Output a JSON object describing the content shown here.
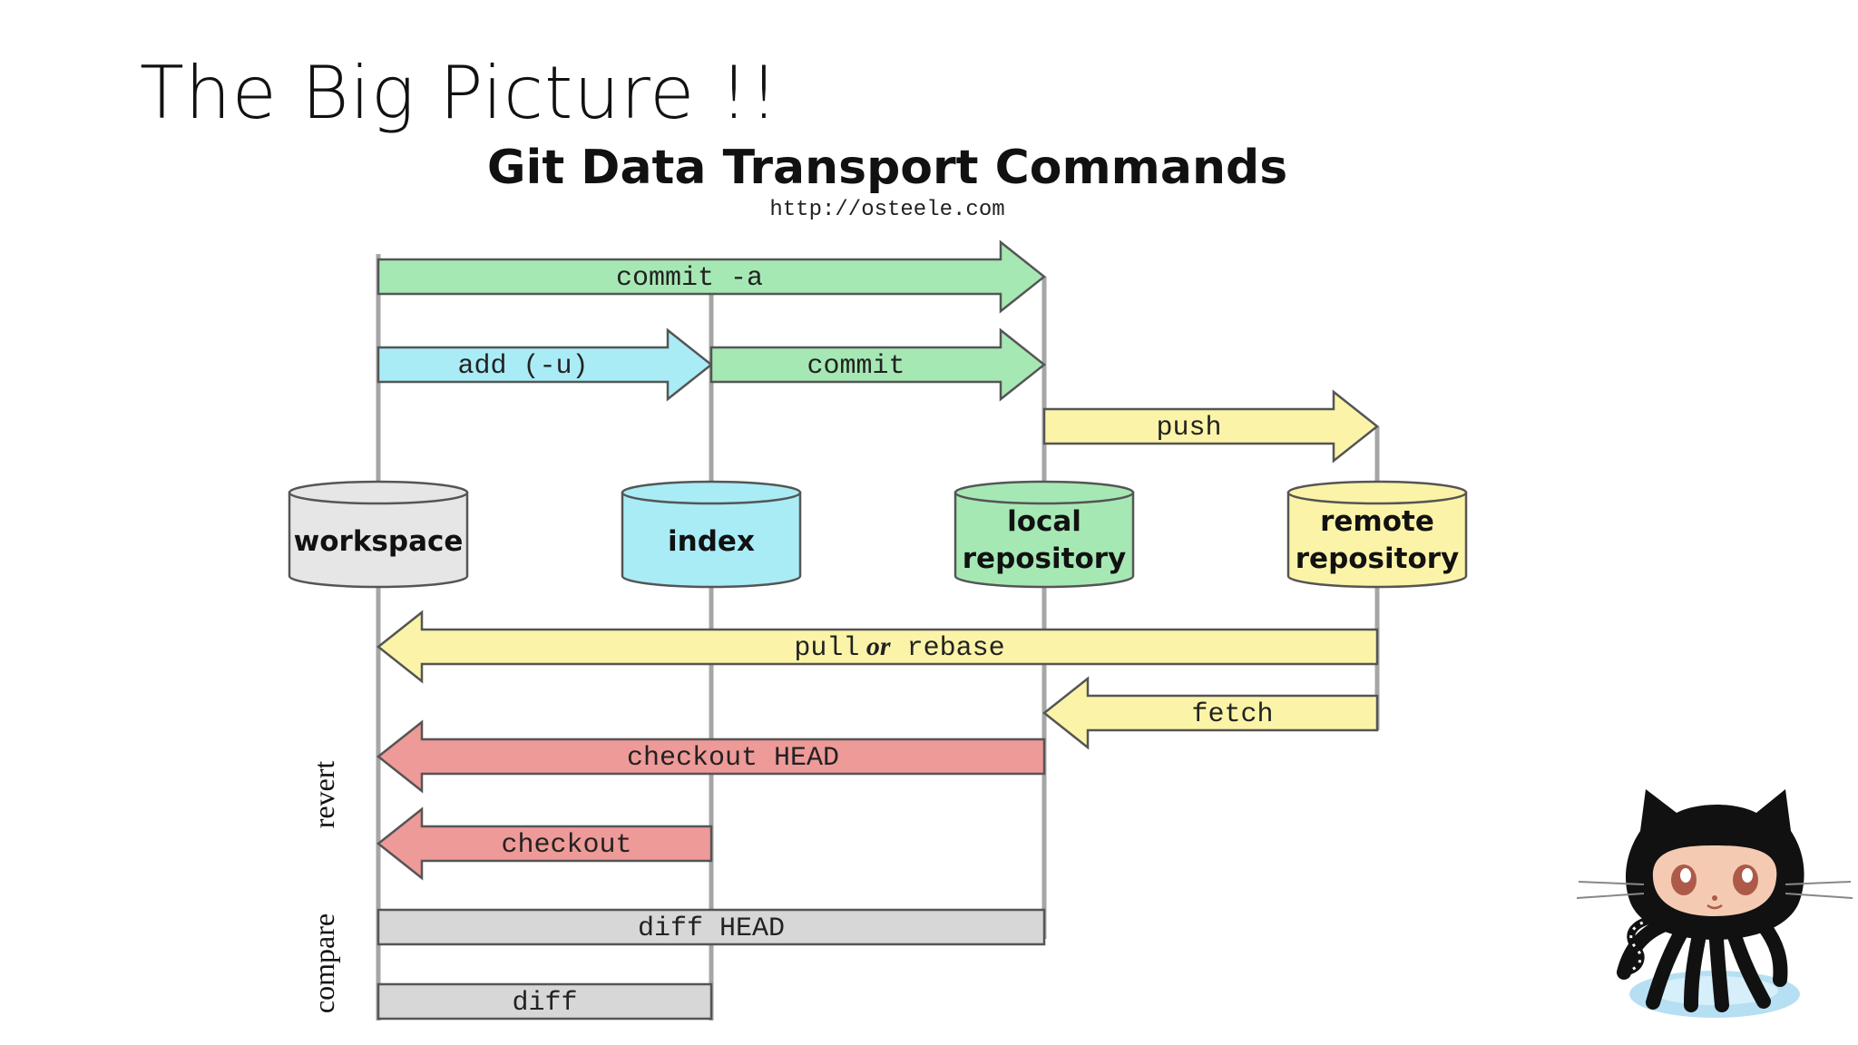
{
  "slide": {
    "title": "The Big Picture !!"
  },
  "diagram": {
    "title": "Git Data Transport Commands",
    "source": "http://osteele.com",
    "stores": [
      {
        "id": "workspace",
        "lines": [
          "workspace"
        ],
        "color": "#e6e6e6"
      },
      {
        "id": "index",
        "lines": [
          "index"
        ],
        "color": "#a9ecf6"
      },
      {
        "id": "local",
        "lines": [
          "local",
          "repository"
        ],
        "color": "#a6e8b4"
      },
      {
        "id": "remote",
        "lines": [
          "remote",
          "repository"
        ],
        "color": "#fbf4a8"
      }
    ],
    "commands": [
      {
        "label": "commit -a",
        "from": "workspace",
        "to": "local",
        "color": "#a6e8b4"
      },
      {
        "label": "add (-u)",
        "from": "workspace",
        "to": "index",
        "color": "#a9ecf6"
      },
      {
        "label": "commit",
        "from": "index",
        "to": "local",
        "color": "#a6e8b4"
      },
      {
        "label": "push",
        "from": "local",
        "to": "remote",
        "color": "#fbf4a8"
      },
      {
        "label_parts": [
          "pull",
          "or",
          "rebase"
        ],
        "from": "remote",
        "to": "workspace",
        "color": "#fbf4a8"
      },
      {
        "label": "fetch",
        "from": "remote",
        "to": "local",
        "color": "#fbf4a8"
      },
      {
        "label": "checkout HEAD",
        "from": "local",
        "to": "workspace",
        "color": "#ee9a98"
      },
      {
        "label": "checkout",
        "from": "index",
        "to": "workspace",
        "color": "#ee9a98"
      },
      {
        "label": "diff HEAD",
        "from": "workspace",
        "to": "local",
        "color": "#d7d7d7"
      },
      {
        "label": "diff",
        "from": "workspace",
        "to": "index",
        "color": "#d7d7d7"
      }
    ],
    "groups": [
      {
        "label": "revert"
      },
      {
        "label": "compare"
      }
    ]
  }
}
